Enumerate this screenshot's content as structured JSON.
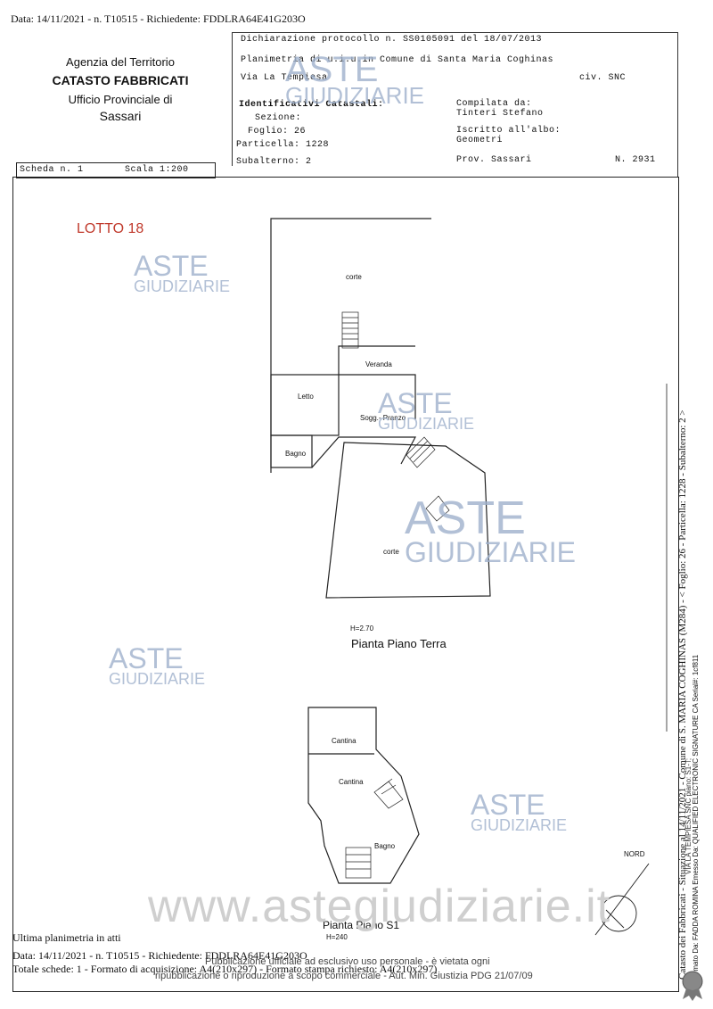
{
  "header": {
    "top_line": "Data: 14/11/2021 - n. T10515 - Richiedente: FDDLRA64E41G203O",
    "agency_line1": "Agenzia del Territorio",
    "agency_line2": "CATASTO FABBRICATI",
    "agency_line3": "Ufficio Provinciale di",
    "agency_line4": "Sassari",
    "dichiarazione": "Dichiarazione protocollo n. SS0105091 del 18/07/2013",
    "planimetria": "Planimetria di u.i.u.in Comune di Santa Maria Coghinas",
    "via": "Via La Tempiesa",
    "civ": "civ. SNC",
    "ident_label": "Identificativi Catastali:",
    "sezione": "Sezione:",
    "foglio": "Foglio: 26",
    "particella": "Particella: 1228",
    "subalterno": "Subalterno: 2",
    "compilata_label": "Compilata da:",
    "compilata_name": "Tinteri Stefano",
    "iscritto_label": "Iscritto all'albo:",
    "iscritto_value": "Geometri",
    "prov": "Prov. Sassari",
    "numero": "N. 2931",
    "scheda": "Scheda n. 1",
    "scala": "Scala 1:200"
  },
  "lotto": "LOTTO 18",
  "rooms": {
    "corte_top": "corte",
    "veranda": "Veranda",
    "letto": "Letto",
    "soggiorno": "Sogg.- Pranzo",
    "bagno_pt": "Bagno",
    "corte_bottom": "corte",
    "h_pt": "H=2.70",
    "pianta_terra": "Pianta Piano Terra",
    "cantina1": "Cantina",
    "cantina2": "Cantina",
    "bagno_s1": "Bagno",
    "h_s1": "H=240",
    "pianta_s1": "Pianta Piano S1",
    "nord": "NORD"
  },
  "watermarks": {
    "aste": "ASTE",
    "giudiziarie": "GIUDIZIARIE",
    "site": "www.astegiudiziarie.it"
  },
  "footer": {
    "ultima": "Ultima planimetria in atti",
    "line1": "Data: 14/11/2021 - n. T10515 - Richiedente: FDDLRA64E41G203O",
    "line2": "Totale schede: 1 - Formato di acquisizione: A4(210x297) - Formato stampa richiesto: A4(210x297)",
    "pub1": "Pubblicazione ufficiale ad esclusivo uso personale - è vietata ogni",
    "pub2": "ripubblicazione o riproduzione a scopo commerciale - Aut. Min. Giustizia PDG 21/07/09"
  },
  "side": {
    "catasto_vertical": "Catasto dei Fabbricati - Situazione al 14/11/2021 - Comune di S. MARIA COGHINAS (M284) - < Foglio: 26 - Particella: 1228 - Subalterno: 2 >",
    "firmato_vertical": "Firmato Da: FADDA ROMINA Emesso Da: QUALIFIED ELECTRONIC SIGNATURE CA Serial#: 1cf811",
    "via_vertical": "VIA LA TEMPIESA SNC piano: S1-T;"
  }
}
